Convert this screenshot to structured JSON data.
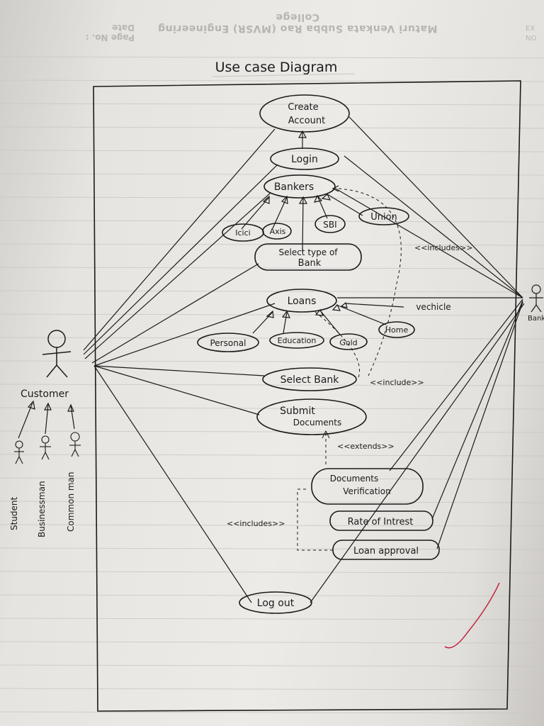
{
  "page_header": {
    "institution": "Maturi Venkata Subba Rao (MVSR) Engineering College",
    "page_no": "Page No. :",
    "date": "Date"
  },
  "margin_text": "EX NO",
  "title": "Use case Diagram",
  "actors": {
    "customer": "Customer",
    "bank": "Bank",
    "student": "Student",
    "businessman": "Businessman",
    "common_man": "Common man"
  },
  "use_cases": {
    "create_account": [
      "Create",
      "Account"
    ],
    "login": "Login",
    "bankers": "Bankers",
    "icici": "Icici",
    "axis": "Axis",
    "sbi": "SBI",
    "union": "Union",
    "select_type_of_bank": [
      "Select type of",
      "Bank"
    ],
    "loans": "Loans",
    "personal": "Personal",
    "education": "Education",
    "gold": "Gold",
    "home": "Home",
    "vehicle": "vechicle",
    "select_bank": "Select Bank",
    "submit_documents": [
      "Submit",
      "Documents"
    ],
    "documents_verification": [
      "Documents",
      "Verification"
    ],
    "rate_of_interest": "Rate of Intrest",
    "loan_approval": "Loan approval",
    "log_out": "Log out"
  },
  "relations": {
    "includes_top": "<<includes>>",
    "include_select_bank": "<<include>>",
    "extends": "<<extends>>",
    "includes_left": "<<includes>>"
  },
  "colors": {
    "ink": "#1b1b1b",
    "paper": "#e9e7e3",
    "ruling": "#c9c7c3",
    "red_tick": "#c0203a"
  }
}
